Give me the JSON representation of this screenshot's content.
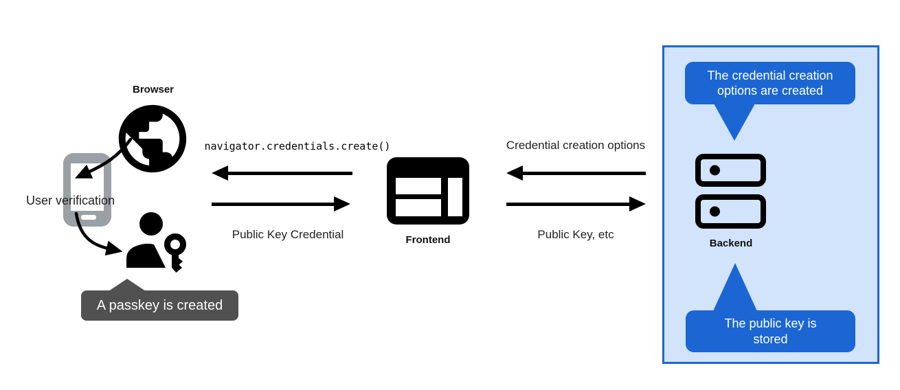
{
  "colors": {
    "accent_blue": "#1b66d2",
    "panel_fill": "#d2e3fc",
    "tooltip_gray": "#515151",
    "phone_gray": "#9aa0a6",
    "ink": "#000000"
  },
  "nodes": {
    "browser": {
      "label": "Browser",
      "icon": "globe-icon"
    },
    "user_verification": {
      "label": "User verification",
      "icon": "smartphone-icon"
    },
    "passkey_user": {
      "icon": "person-key-icon"
    },
    "frontend": {
      "label": "Frontend",
      "icon": "browser-window-icon"
    },
    "backend": {
      "label": "Backend",
      "icon": "server-stack-icon"
    }
  },
  "flows": {
    "frontend_to_browser": {
      "label": "navigator.credentials.create()",
      "direction": "left"
    },
    "browser_to_frontend": {
      "label": "Public Key Credential",
      "direction": "right"
    },
    "backend_to_frontend": {
      "label": "Credential creation options",
      "direction": "left"
    },
    "frontend_to_backend": {
      "label": "Public Key, etc",
      "direction": "right"
    }
  },
  "callouts": {
    "passkey_created": {
      "text": "A passkey is created",
      "color": "#515151"
    },
    "options_created": {
      "text": "The credential creation options are created",
      "color": "#1b66d2"
    },
    "key_stored": {
      "text": "The public key is stored",
      "color": "#1b66d2"
    }
  }
}
